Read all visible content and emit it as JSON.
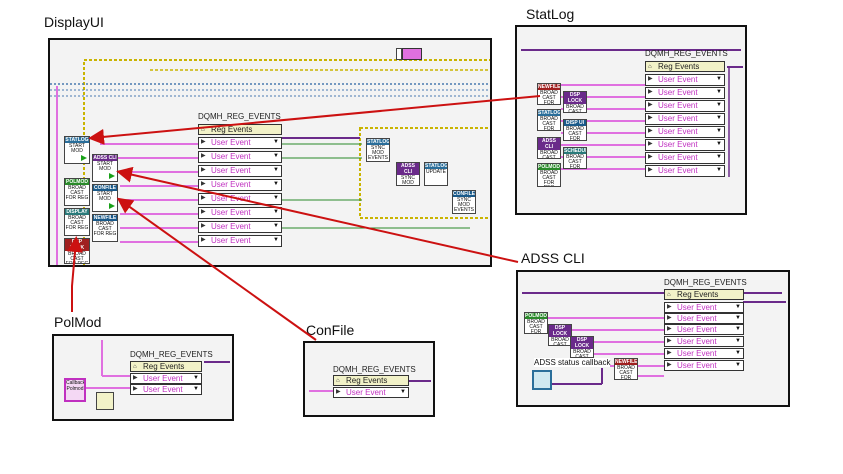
{
  "labels": {
    "display": "DisplayUI",
    "statlog": "StatLog",
    "adsscli": "ADSS CLI",
    "polmod": "PolMod",
    "confile": "ConFile"
  },
  "common": {
    "dqmh": "DQMH_REG_EVENTS",
    "reg_events": "Reg Events",
    "user_event": "User Event",
    "broadcast": "BROAD CAST FOR REG",
    "start_mod": "START MOD",
    "sync_mod_events": "SYNC MOD EVENTS",
    "update": "UPDATE"
  },
  "vi_headers": {
    "statlog": "STATLOG",
    "adsscli": "ADSS CLI",
    "confile": "CONFILE",
    "polmod": "POLMOD",
    "display": "DISPLAY",
    "newfile": "NEWFILE",
    "dsplock": "DSP LOCK",
    "dispui": "DISP UI",
    "schedule": "SCHEDULE",
    "statlog_b": "STATLOG",
    "adssclib": "ADSS CLI"
  },
  "adss": {
    "callback_label": "ADSS status callback"
  },
  "polmod": {
    "callback_top": "Callback",
    "callback_bottom": "Polmod"
  },
  "colors": {
    "user_event_text": "#c030c0",
    "arrow": "#cc1111",
    "wire_pink": "#e070e0",
    "wire_purple": "#6a2a8a",
    "wire_green": "#2a8a2a",
    "wire_blue": "#4a7ab0",
    "wire_yellow": "#c9b400"
  }
}
